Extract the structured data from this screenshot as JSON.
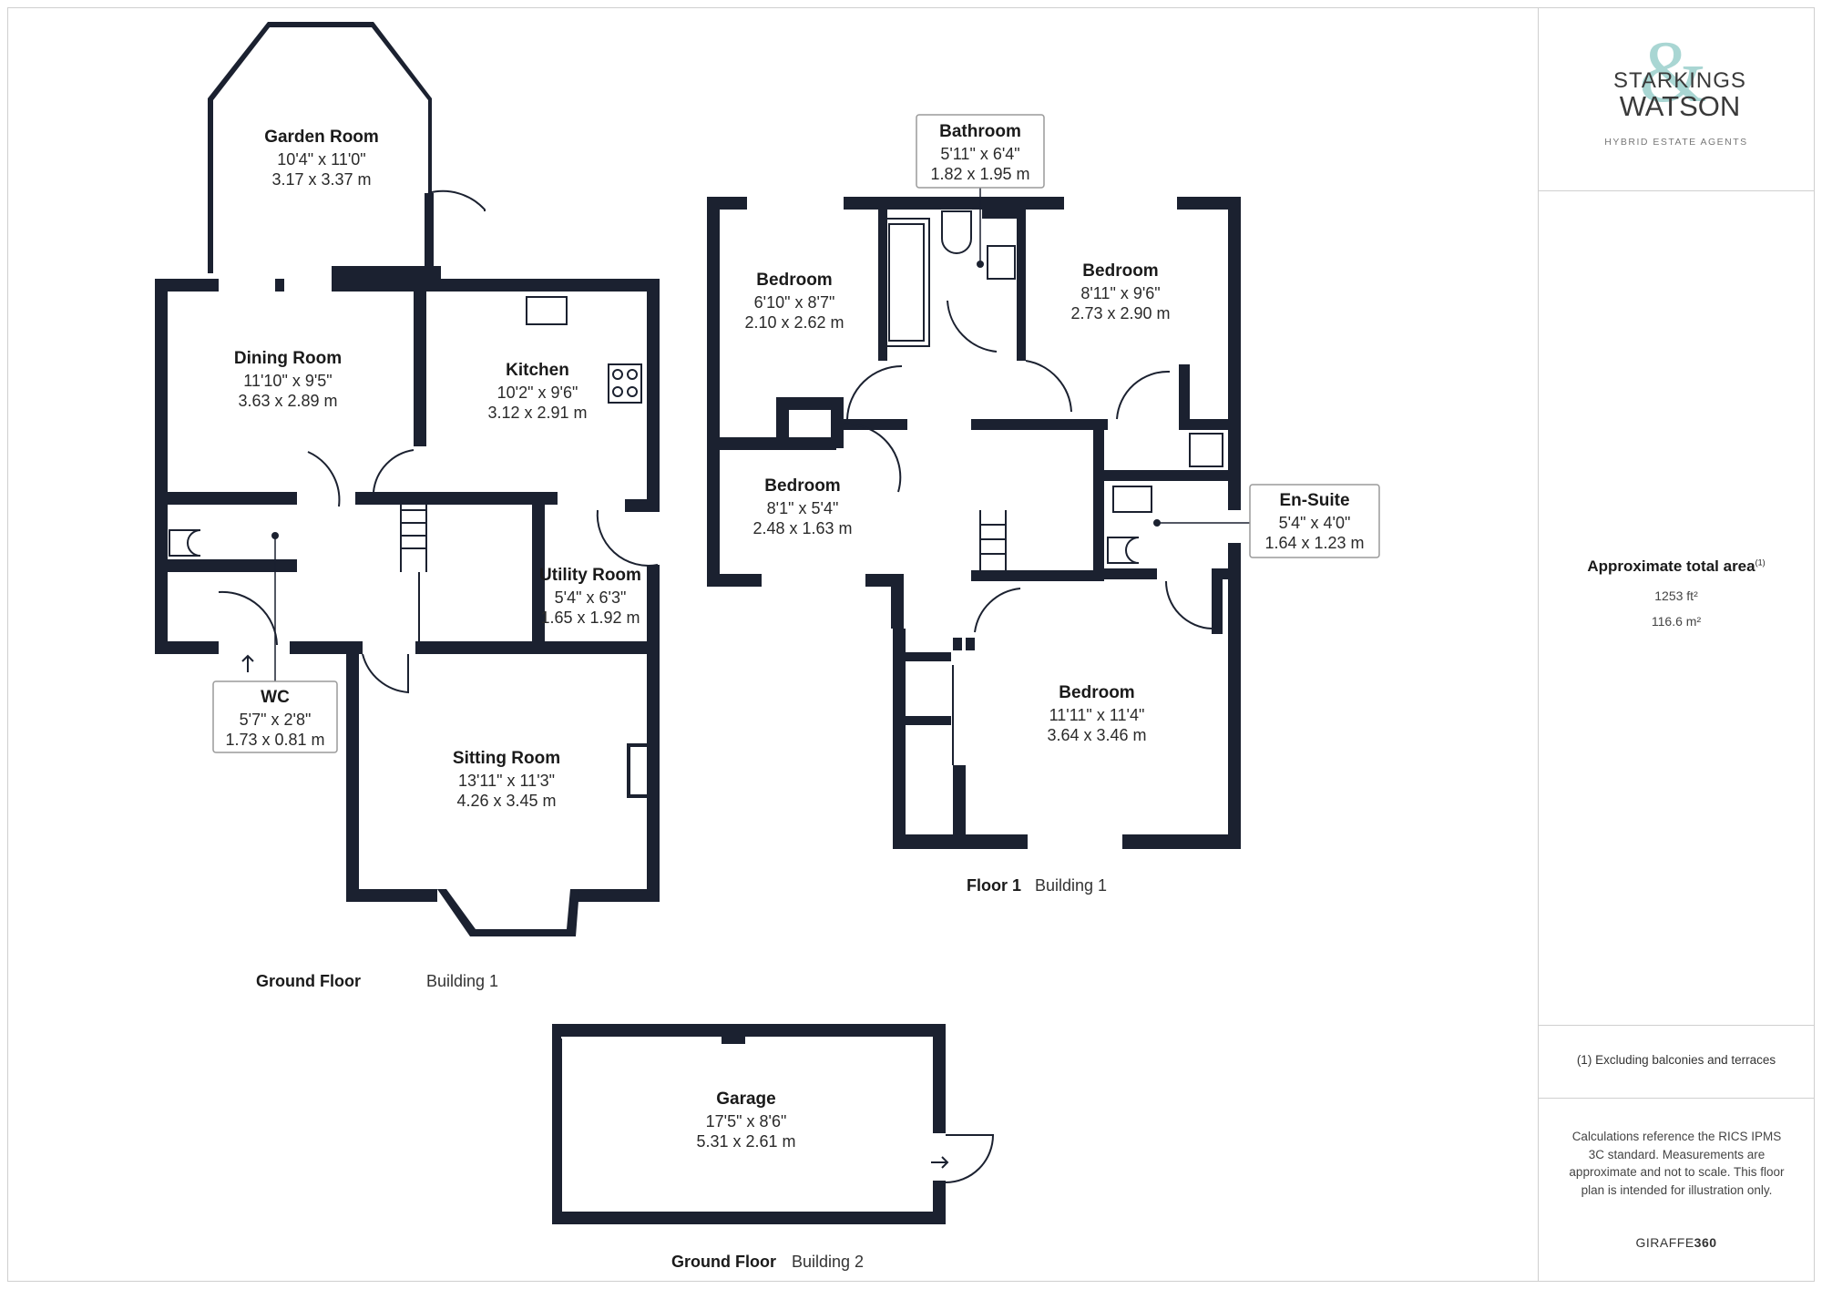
{
  "rooms": [
    {
      "name": "Garden Room",
      "imperial": "10'4\" x 11'0\"",
      "metric": "3.17 x 3.37 m"
    },
    {
      "name": "Dining Room",
      "imperial": "11'10\" x 9'5\"",
      "metric": "3.63 x 2.89 m"
    },
    {
      "name": "Kitchen",
      "imperial": "10'2\" x 9'6\"",
      "metric": "3.12 x 2.91 m"
    },
    {
      "name": "Utility Room",
      "imperial": "5'4\" x 6'3\"",
      "metric": "1.65 x 1.92 m"
    },
    {
      "name": "WC",
      "imperial": "5'7\" x 2'8\"",
      "metric": "1.73 x 0.81 m"
    },
    {
      "name": "Sitting Room",
      "imperial": "13'11\" x 11'3\"",
      "metric": "4.26 x 3.45 m"
    },
    {
      "name": "Bathroom",
      "imperial": "5'11\" x 6'4\"",
      "metric": "1.82 x 1.95 m"
    },
    {
      "name": "Bedroom",
      "imperial": "6'10\" x 8'7\"",
      "metric": "2.10 x 2.62 m"
    },
    {
      "name": "Bedroom",
      "imperial": "8'11\" x 9'6\"",
      "metric": "2.73 x 2.90 m"
    },
    {
      "name": "Bedroom",
      "imperial": "8'1\" x 5'4\"",
      "metric": "2.48 x 1.63 m"
    },
    {
      "name": "En-Suite",
      "imperial": "5'4\" x 4'0\"",
      "metric": "1.64 x 1.23 m"
    },
    {
      "name": "Bedroom",
      "imperial": "11'11\" x 11'4\"",
      "metric": "3.64 x 3.46 m"
    },
    {
      "name": "Garage",
      "imperial": "17'5\" x 8'6\"",
      "metric": "5.31 x 2.61 m"
    }
  ],
  "floors": [
    {
      "name": "Ground Floor",
      "building": "Building 1"
    },
    {
      "name": "Floor 1",
      "building": "Building 1"
    },
    {
      "name": "Ground Floor",
      "building": "Building 2"
    }
  ],
  "brand": {
    "line1": "STARKINGS",
    "line2": "WATSON",
    "ampersand": "&",
    "tagline": "HYBRID ESTATE AGENTS"
  },
  "area": {
    "title": "Approximate total area",
    "footnote_mark": "(1)",
    "sqft": "1253 ft²",
    "sqm": "116.6 m²"
  },
  "note": "(1) Excluding balconies and terraces",
  "disclaimer": "Calculations reference the RICS IPMS 3C standard. Measurements are approximate and not to scale. This floor plan is intended for illustration only.",
  "provider": {
    "part1": "GIRAFFE",
    "part2": "360"
  },
  "colors": {
    "wall": "#1b2130",
    "accent": "#a9d6d3",
    "border": "#cfcfcf"
  }
}
